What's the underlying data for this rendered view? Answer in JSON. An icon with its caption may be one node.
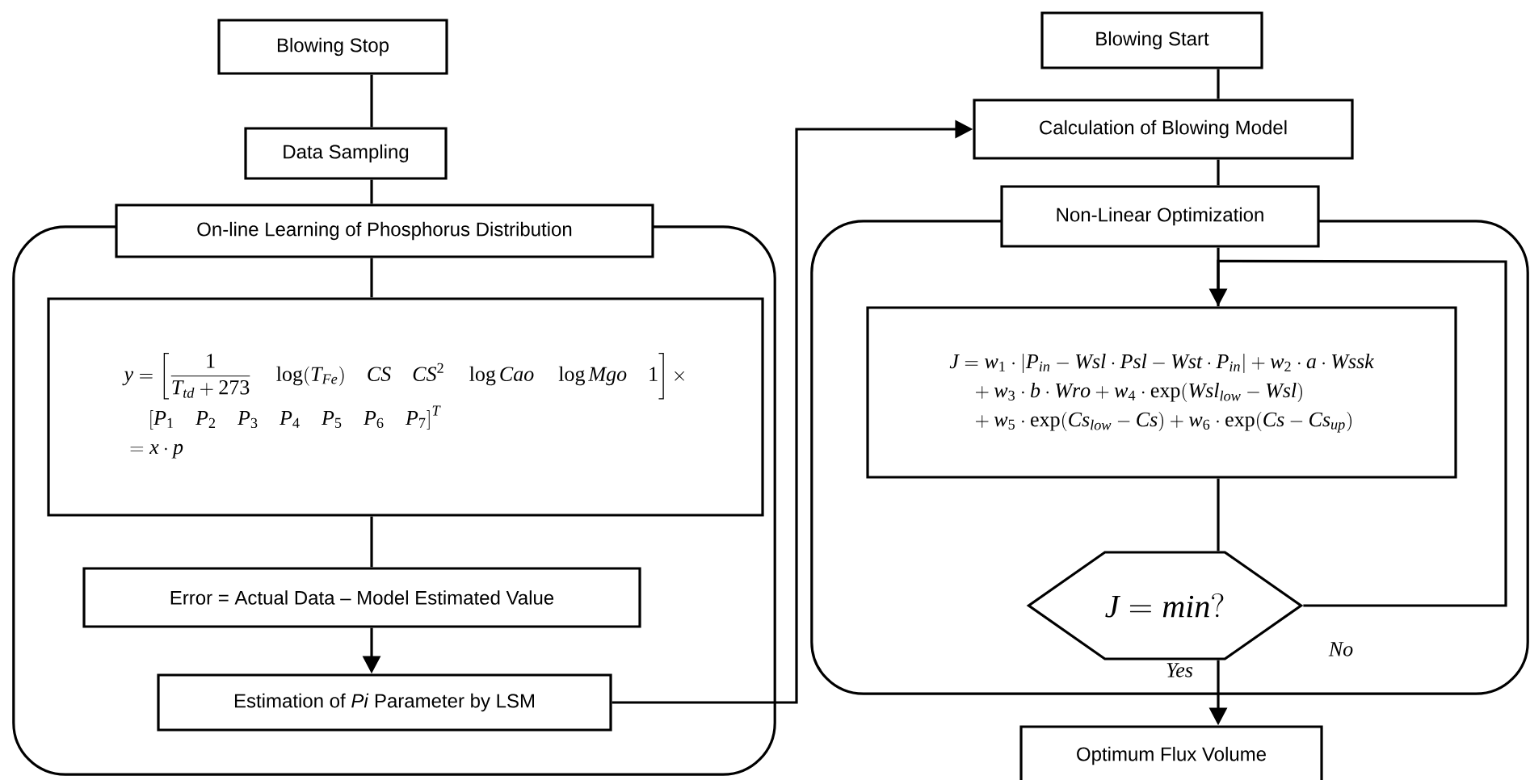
{
  "diagram": {
    "nodes": [
      {
        "text": [
          "Blowing  Stop"
        ]
      },
      {
        "text": [
          "Data Sampling"
        ]
      },
      {
        "text": [],
        "shape": "box"
      },
      {
        "text": [
          "On-line Learning of Phosphorus Distribution"
        ]
      },
      {
        "text": [
          "\\begin{aligned}&y=\\left[\\frac{1}{T_{td}+273}\\quad\\log(T_{Fe})\\quad CS\\quad CS^{2}\\quad\\log Cao\\quad\\log Mgo\\quad 1\\right]\\times\\\\&\\quad\\left[P_{1}\\quad P_{2}\\quad P_{3}\\quad P_{4}\\quad P_{5}\\quad P_{6}\\quad P_{7}\\right]^{T}\\\\&=x\\cdot p\\end{aligned}"
        ],
        "in": 2
      },
      {
        "text": [
          "Error = Actual Data – Model Estimated Value"
        ],
        "in": 2
      },
      {
        "text": [
          "Estimation of *Pi* Parameter by LSM"
        ],
        "in": 2
      },
      {
        "text": [
          "Blowing Start"
        ]
      },
      {
        "text": [
          "Calculation of Blowing Model"
        ]
      },
      {
        "text": [],
        "shape": "box"
      },
      {
        "text": [
          "Non-Linear Optimization"
        ]
      },
      {
        "text": [
          "\\begin{aligned}&J=w_{1}\\cdot\\left|P_{in}-Wsl\\cdot Psl-Wst\\cdot P_{in}\\right|+w_{2}\\cdot a\\cdot Wssk\\\\&\\quad+w_{3}\\cdot b\\cdot Wro+w_{4}\\cdot\\exp(Wsl_{low}-Wsl)\\\\&\\quad+w_{5}\\cdot\\exp(Cs_{low}-Cs)+w_{6}\\cdot\\exp(Cs-Cs_{up})\\end{aligned}"
        ],
        "in": 9
      },
      {
        "text": [
          "J=min?"
        ],
        "in": 9
      },
      {
        "text": [
          "Optimum Flux Volume"
        ]
      }
    ],
    "edges": [
      {
        "from": 0,
        "to": 1,
        "arrow": "none"
      },
      {
        "from": 1,
        "to": 3,
        "arrow": "none"
      },
      {
        "from": 3,
        "to": 4,
        "arrow": "none"
      },
      {
        "from": 4,
        "to": 5,
        "arrow": "none"
      },
      {
        "from": 5,
        "to": 6,
        "arrow": "to"
      },
      {
        "from": 6,
        "to": 8,
        "arrow": "to"
      },
      {
        "from": 7,
        "to": 8,
        "arrow": "none"
      },
      {
        "from": 8,
        "to": 10,
        "arrow": "none"
      },
      {
        "from": 10,
        "to": 11,
        "arrow": "none"
      },
      {
        "from": 11,
        "to": 12,
        "arrow": "none"
      },
      {
        "from": 12,
        "to": 13,
        "arrow": "to",
        "label": "Yes"
      },
      {
        "from": 12,
        "to": 11,
        "arrow": "to",
        "label": "No"
      }
    ]
  }
}
